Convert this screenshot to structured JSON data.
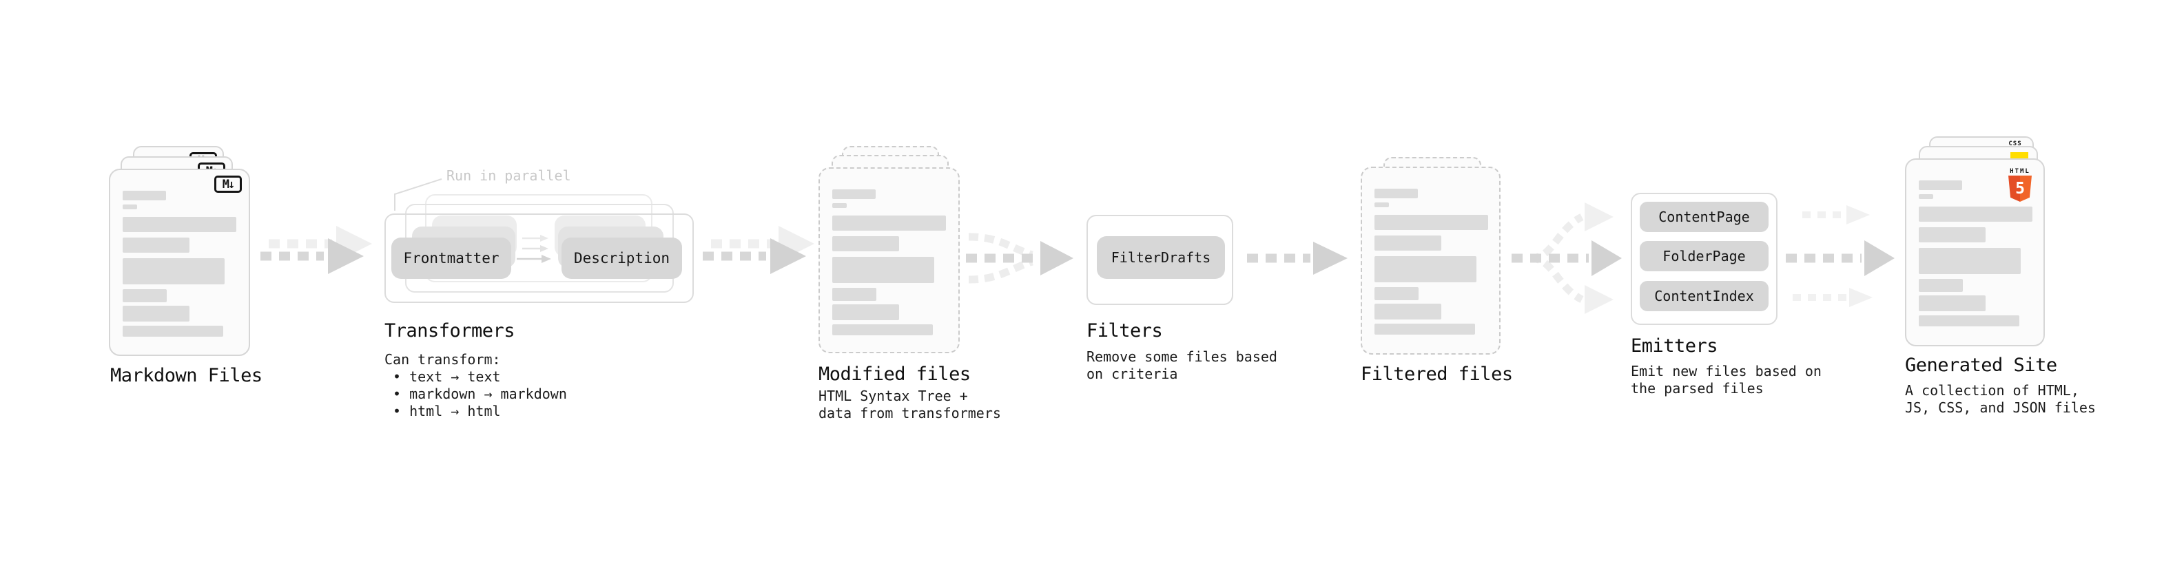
{
  "diagram": {
    "stages": {
      "markdown_files": {
        "title": "Markdown Files",
        "badge": "M↓"
      },
      "transformers": {
        "title": "Transformers",
        "note": "Run in parallel",
        "nodes": [
          "Frontmatter",
          "Description"
        ],
        "subtitle": "Can transform:",
        "bullets": [
          "• text → text",
          "• markdown → markdown",
          "• html → html"
        ]
      },
      "modified_files": {
        "title": "Modified files",
        "subtitle_lines": [
          "HTML Syntax Tree +",
          "data from transformers"
        ]
      },
      "filters": {
        "title": "Filters",
        "nodes": [
          "FilterDrafts"
        ],
        "subtitle_lines": [
          "Remove some files based",
          "on criteria"
        ]
      },
      "filtered_files": {
        "title": "Filtered files"
      },
      "emitters": {
        "title": "Emitters",
        "nodes": [
          "ContentPage",
          "FolderPage",
          "ContentIndex"
        ],
        "subtitle_lines": [
          "Emit new files based on",
          "the parsed files"
        ]
      },
      "generated_site": {
        "title": "Generated Site",
        "subtitle_lines": [
          "A collection of HTML,",
          "JS, CSS, and JSON files"
        ],
        "badges": {
          "css_label": "CSS",
          "html_label": "HTML",
          "html_number": "5"
        }
      }
    },
    "colors": {
      "placeholder_bar": "#dcdcdc",
      "node_fill": "#d7d7d7",
      "card_border": "#d6d6d6",
      "arrow": "#d2d2d2",
      "arrow_ghost": "#efefef",
      "note_text": "#c8c8c8",
      "text": "#161616",
      "html5_orange": "#e44d26",
      "js_yellow": "#ffdd00",
      "css_blue": "#2e6ae8"
    }
  }
}
